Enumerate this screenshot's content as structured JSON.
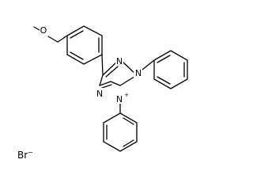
{
  "structure": {
    "atoms": {
      "oxygen": "O",
      "n_top": "N",
      "n_right": "N",
      "n_left": "N",
      "n_plus": "N",
      "plus_sign": "+"
    },
    "counterion": {
      "symbol": "Br",
      "charge": "−"
    }
  }
}
